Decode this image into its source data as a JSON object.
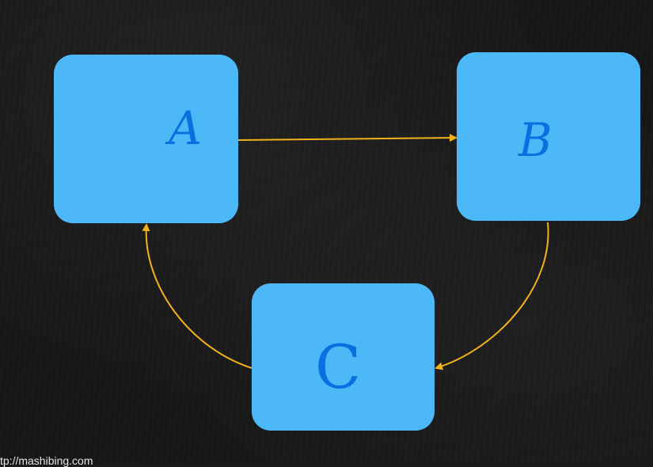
{
  "diagram": {
    "nodes": [
      {
        "id": "A",
        "label": "A"
      },
      {
        "id": "B",
        "label": "B"
      },
      {
        "id": "C",
        "label": "C"
      }
    ],
    "edges": [
      {
        "from": "A",
        "to": "B"
      },
      {
        "from": "B",
        "to": "C"
      },
      {
        "from": "C",
        "to": "A"
      }
    ],
    "colors": {
      "background": "#161616",
      "node_fill": "#4db8f7",
      "label_ink": "#0a6fe0",
      "edge": "#f2b21a"
    }
  },
  "watermark": "tp://mashibing.com"
}
